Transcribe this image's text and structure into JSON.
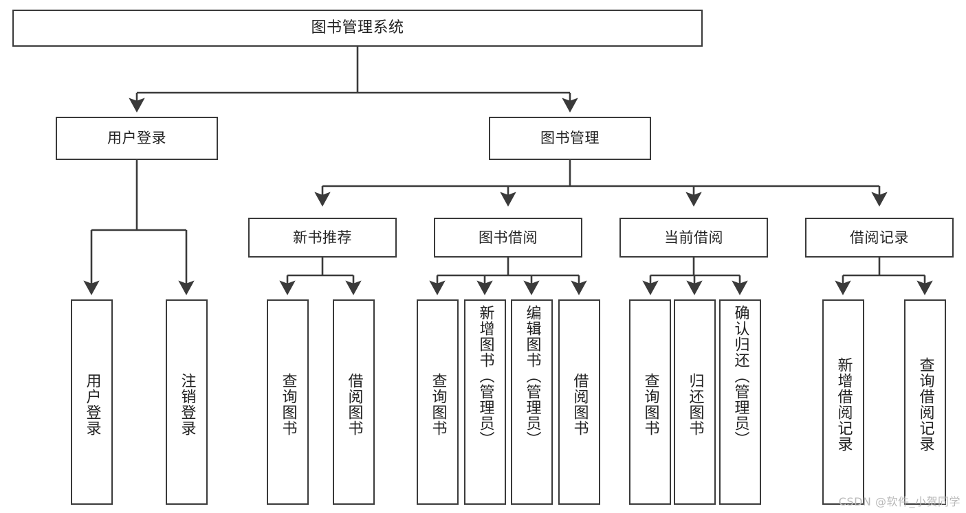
{
  "diagram": {
    "title": "图书管理系统",
    "type": "tree-hierarchy-chart",
    "watermark": "CSDN @软件_小贺同学",
    "colors": {
      "box_border": "#3a3a3a",
      "box_fill": "#ffffff",
      "edge": "#3a3a3a",
      "text": "#222222",
      "watermark": "#b9b9b9"
    },
    "nodes": {
      "root": {
        "label": "图书管理系统"
      },
      "level2": [
        {
          "label": "用户登录"
        },
        {
          "label": "图书管理"
        }
      ],
      "level3": [
        {
          "label": "新书推荐"
        },
        {
          "label": "图书借阅"
        },
        {
          "label": "当前借阅"
        },
        {
          "label": "借阅记录"
        }
      ],
      "leaves": {
        "user_login": [
          {
            "label": "用户登录"
          },
          {
            "label": "注销登录"
          }
        ],
        "new_book_recommend": [
          {
            "label": "查询图书"
          },
          {
            "label": "借阅图书"
          }
        ],
        "book_borrow": [
          {
            "label": "查询图书"
          },
          {
            "label": "新增图书（管理员）"
          },
          {
            "label": "编辑图书（管理员）"
          },
          {
            "label": "借阅图书"
          }
        ],
        "current_borrow": [
          {
            "label": "查询图书"
          },
          {
            "label": "归还图书"
          },
          {
            "label": "确认归还（管理员）"
          }
        ],
        "borrow_record": [
          {
            "label": "新增借阅记录"
          },
          {
            "label": "查询借阅记录"
          }
        ]
      }
    }
  }
}
